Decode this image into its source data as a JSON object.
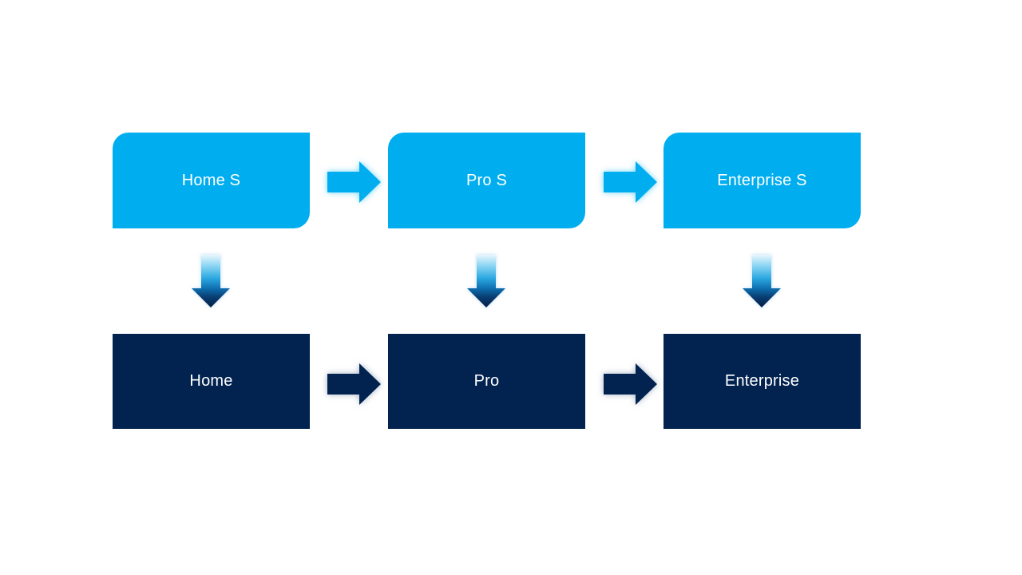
{
  "diagram": {
    "top_row": [
      {
        "label": "Home S"
      },
      {
        "label": "Pro S"
      },
      {
        "label": "Enterprise S"
      }
    ],
    "bottom_row": [
      {
        "label": "Home"
      },
      {
        "label": "Pro"
      },
      {
        "label": "Enterprise"
      }
    ],
    "colors": {
      "light_blue": "#00AEEF",
      "dark_navy": "#02234F",
      "label_text": "#FFFFFF",
      "down_arrow_gradient_top": "#E9F6FD",
      "down_arrow_gradient_bottom": "#041F44"
    }
  }
}
